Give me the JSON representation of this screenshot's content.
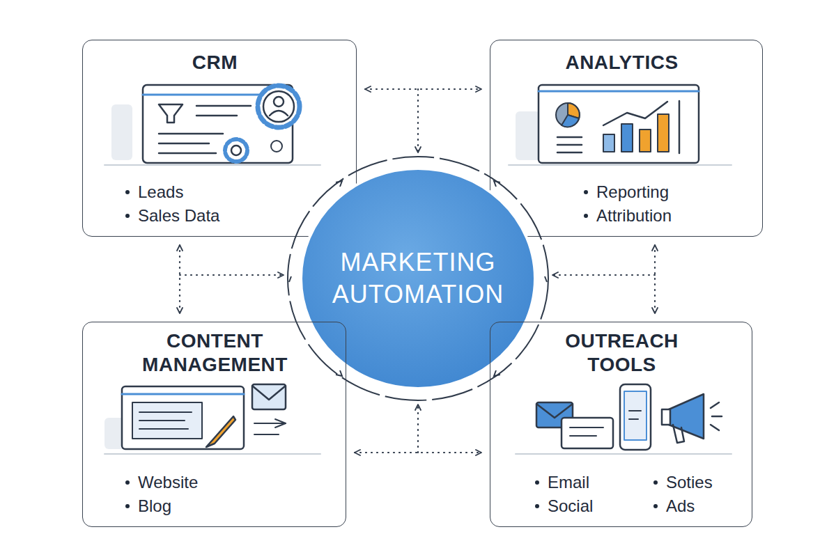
{
  "diagram": {
    "nodes": [
      {
        "text": [
          "CRM",
          "Leads",
          "Sales Data"
        ]
      },
      {
        "text": [
          "ANALYTICS",
          "Reporting",
          "Attribution"
        ]
      },
      {
        "text": [
          "MARKETING AUTOMATION"
        ]
      },
      {
        "text": [
          "CONTENT MANAGEMENT",
          "Website",
          "Blog"
        ]
      },
      {
        "text": [
          "OUTREACH TOOLS",
          "Email",
          "Soties",
          "Social",
          "Ads"
        ]
      }
    ],
    "edges": [
      {
        "from": 0,
        "to": 1,
        "arrow": "both"
      },
      {
        "from": 0,
        "to": 3,
        "arrow": "both"
      },
      {
        "from": 1,
        "to": 4,
        "arrow": "both"
      },
      {
        "from": 3,
        "to": 4,
        "arrow": "both"
      },
      {
        "from": 1,
        "to": 2,
        "arrow": "to"
      },
      {
        "from": 0,
        "to": 2,
        "arrow": "to"
      },
      {
        "from": 4,
        "to": 2,
        "arrow": "to"
      },
      {
        "from": 3,
        "to": 2,
        "arrow": "to"
      }
    ]
  }
}
